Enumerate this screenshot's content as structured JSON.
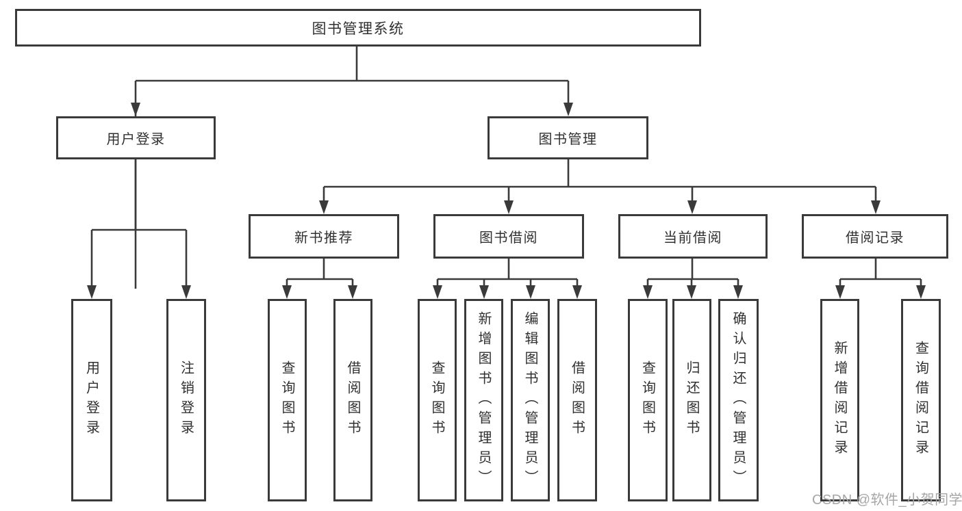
{
  "diagram": {
    "tree": {
      "label": "图书管理系统",
      "children": [
        {
          "label": "用户登录",
          "children": [
            {
              "label": "用户登录"
            },
            {
              "label": "注销登录"
            }
          ]
        },
        {
          "label": "图书管理",
          "children": [
            {
              "label": "新书推荐",
              "children": [
                {
                  "label": "查询图书"
                },
                {
                  "label": "借阅图书"
                }
              ]
            },
            {
              "label": "图书借阅",
              "children": [
                {
                  "label": "查询图书"
                },
                {
                  "label": "新增图书（管理员）"
                },
                {
                  "label": "编辑图书（管理员）"
                },
                {
                  "label": "借阅图书"
                }
              ]
            },
            {
              "label": "当前借阅",
              "children": [
                {
                  "label": "查询图书"
                },
                {
                  "label": "归还图书"
                },
                {
                  "label": "确认归还（管理员）"
                }
              ]
            },
            {
              "label": "借阅记录",
              "children": [
                {
                  "label": "新增借阅记录"
                },
                {
                  "label": "查询借阅记录"
                }
              ]
            }
          ]
        }
      ]
    }
  },
  "watermark": {
    "text": "CSDN @软件_小贺同学",
    "color": "#a6a6a6"
  },
  "colors": {
    "line": "#3a3a3a",
    "text": "#303030",
    "background": "#ffffff"
  }
}
